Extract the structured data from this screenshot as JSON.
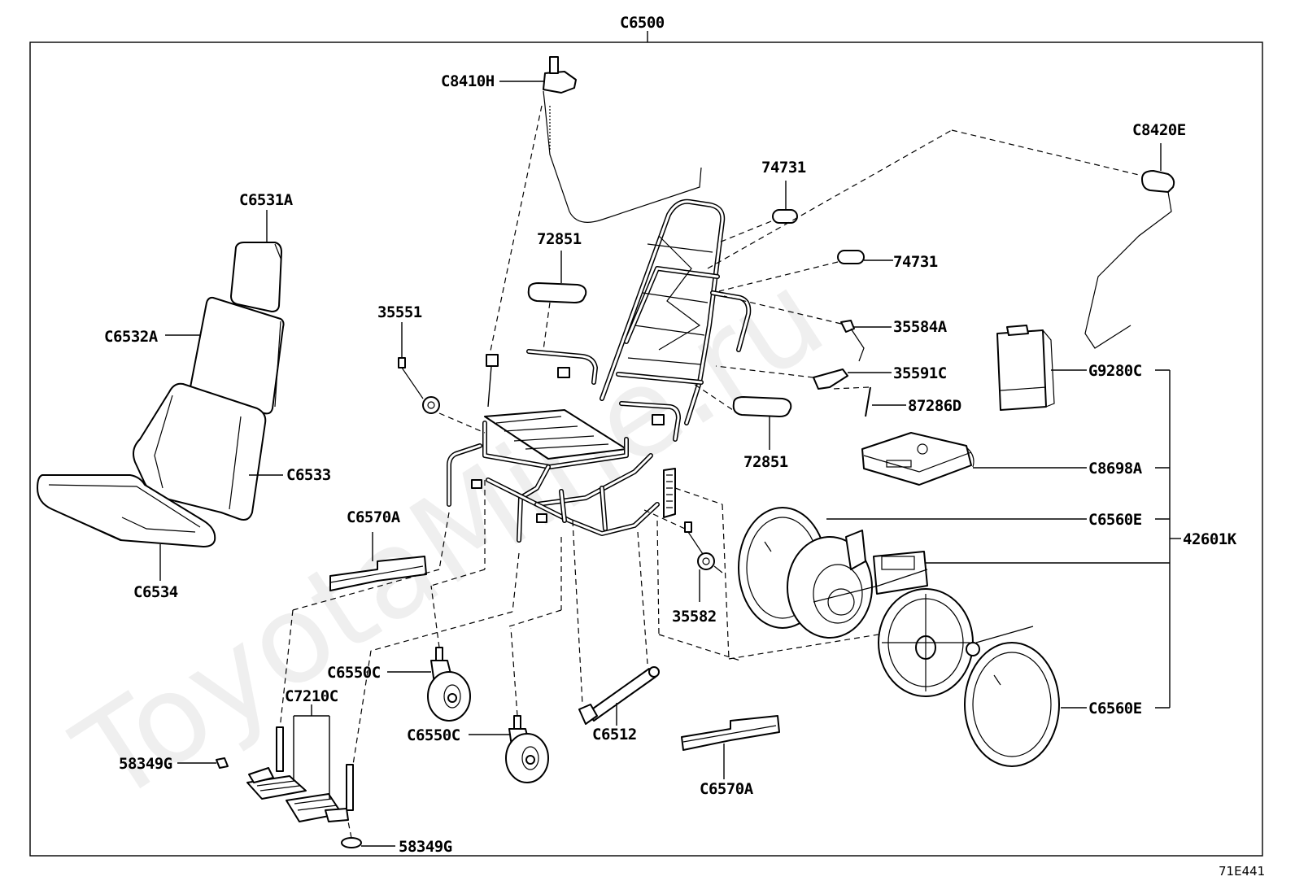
{
  "diagram": {
    "watermark": "ToyotaMine.ru",
    "code": "71E441",
    "labels": {
      "assembly": "C6500",
      "c8410h": "C8410H",
      "c8420e": "C8420E",
      "c6531a": "C6531A",
      "c6532a": "C6532A",
      "c6533": "C6533",
      "c6534": "C6534",
      "p74731_top": "74731",
      "p74731_right": "74731",
      "p72851_top": "72851",
      "p72851_bottom": "72851",
      "p35551": "35551",
      "p35584a": "35584A",
      "p35591c": "35591C",
      "p87286d": "87286D",
      "g9280c": "G9280C",
      "c8698a": "C8698A",
      "c6560e_top": "C6560E",
      "c6560e_bottom": "C6560E",
      "p42601k": "42601K",
      "c6570a_left": "C6570A",
      "c6570a_bottom": "C6570A",
      "p35582": "35582",
      "c6550c_top": "C6550C",
      "c6550c_bottom": "C6550C",
      "c7210c": "C7210C",
      "p58349g_left": "58349G",
      "p58349g_bottom": "58349G",
      "c6512": "C6512"
    }
  }
}
